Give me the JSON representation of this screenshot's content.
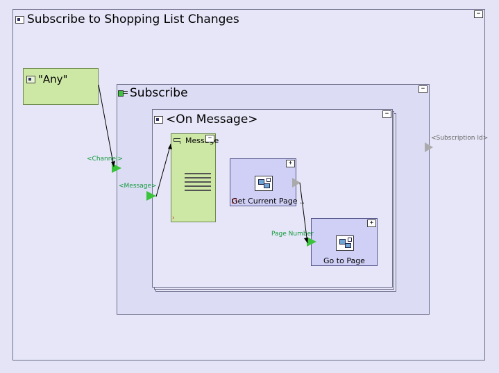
{
  "outer": {
    "title": "Subscribe to Shopping List Changes",
    "toggle": "−"
  },
  "any_block": {
    "label": "\"Any\""
  },
  "subscribe": {
    "title": "Subscribe",
    "toggle": "−"
  },
  "on_message": {
    "title": "<On Message>",
    "toggle": "−"
  },
  "message_block": {
    "label": "Message",
    "toggle": "−",
    "error_mark": "›"
  },
  "get_current_page": {
    "label": "Get Current Page ..",
    "toggle": "+"
  },
  "go_to_page": {
    "label": "Go to Page",
    "toggle": "+"
  },
  "ports": {
    "channel": "<Channel>",
    "message": "<Message>",
    "subscription_id": "<Subscription Id>",
    "page_number": "Page Number"
  }
}
